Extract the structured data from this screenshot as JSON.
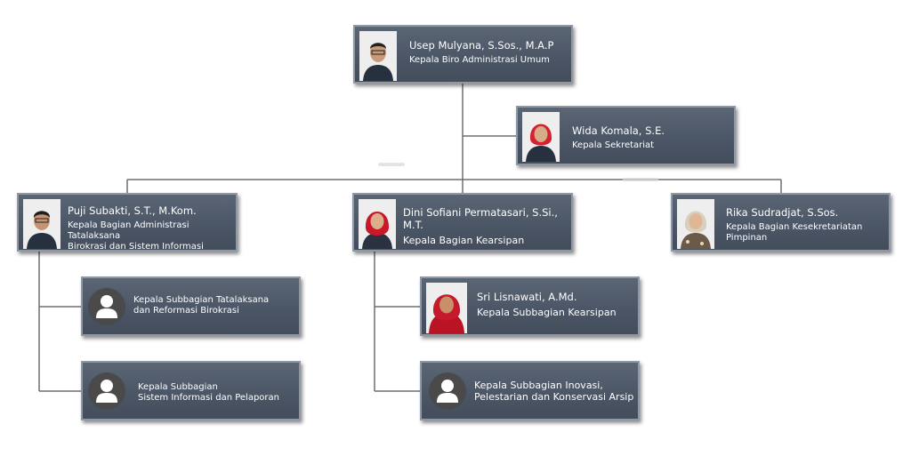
{
  "chart": {
    "head": {
      "name": "Usep Mulyana, S.Sos., M.A.P",
      "role": "Kepala Biro Administrasi Umum"
    },
    "secretariat": {
      "name": "Wida Komala, S.E.",
      "role": "Kepala Sekretariat"
    },
    "bagian_1": {
      "name": "Puji Subakti, S.T., M.Kom.",
      "role": "Kepala Bagian Administrasi Tatalaksana\nBirokrasi dan Sistem Informasi"
    },
    "bagian_2": {
      "name": "Dini Sofiani Permatasari, S.Si., M.T.",
      "role": "Kepala Bagian Kearsipan"
    },
    "bagian_3": {
      "name": "Rika Sudradjat, S.Sos.",
      "role": "Kepala Bagian Kesekretariatan\nPimpinan"
    },
    "sub_1a": {
      "role": "Kepala Subbagian Tatalaksana\ndan Reformasi Birokrasi"
    },
    "sub_1b": {
      "role": "Kepala Subbagian\nSistem Informasi dan Pelaporan"
    },
    "sub_2a": {
      "name": "Sri Lisnawati, A.Md.",
      "role": "Kepala Subbagian Kearsipan"
    },
    "sub_2b": {
      "role": "Kepala Subbagian Inovasi,\nPelestarian dan Konservasi Arsip"
    }
  },
  "colors": {
    "box_fill": "#4b5666",
    "box_border": "#8f98a4",
    "connector": "#6e6e6e",
    "text": "#ffffff"
  },
  "icons": {
    "placeholder": "user-silhouette-icon",
    "portrait": "person-photo"
  }
}
